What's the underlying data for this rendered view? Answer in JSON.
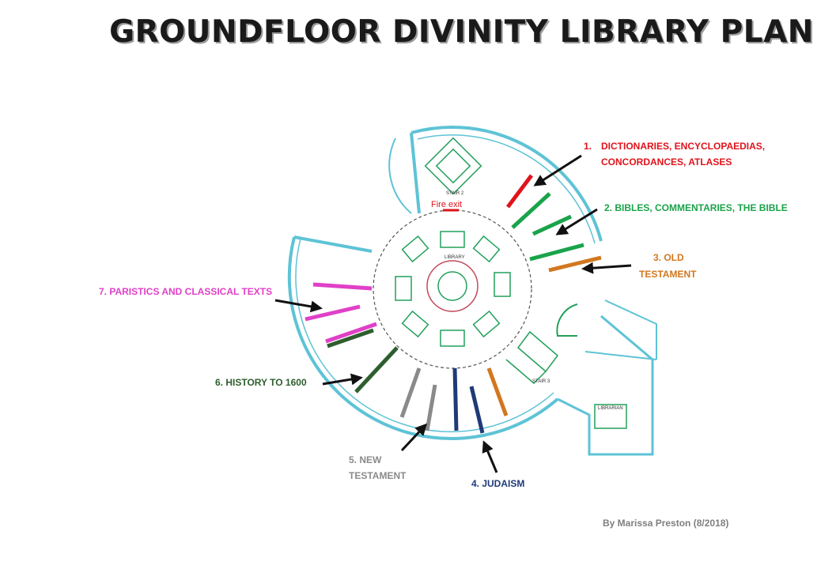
{
  "title": "GROUNDFLOOR DIVINITY LIBRARY PLAN",
  "credit": "By Marissa Preston (8/2018)",
  "plan": {
    "stair2": "STAIR 2",
    "stair3": "STAIR 3",
    "library": "LIBRARY",
    "librarian": "LIBRARIAN",
    "fire_exit": "Fire exit"
  },
  "sections": [
    {
      "number": "1.",
      "lines": [
        "DICTIONARIES, ENCYCLOPAEDIAS,",
        "CONCORDANCES, ATLASES"
      ],
      "color": "#e0131b"
    },
    {
      "lines": [
        "2. BIBLES, COMMENTARIES, THE BIBLE"
      ],
      "color": "#1aa34a"
    },
    {
      "lines": [
        "3. OLD",
        "TESTAMENT"
      ],
      "color": "#d2771f"
    },
    {
      "lines": [
        "4. JUDAISM"
      ],
      "color": "#1f3a78"
    },
    {
      "lines": [
        "5. NEW",
        "TESTAMENT"
      ],
      "color": "#8a8a8a"
    },
    {
      "lines": [
        "6. HISTORY TO 1600"
      ],
      "color": "#2e5e2e"
    },
    {
      "lines": [
        "7. PARISTICS AND CLASSICAL TEXTS"
      ],
      "color": "#e040c8"
    }
  ],
  "colors": {
    "wall": "#5ec3d6",
    "furniture": "#22a05a",
    "ink": "#1c1c1c"
  }
}
